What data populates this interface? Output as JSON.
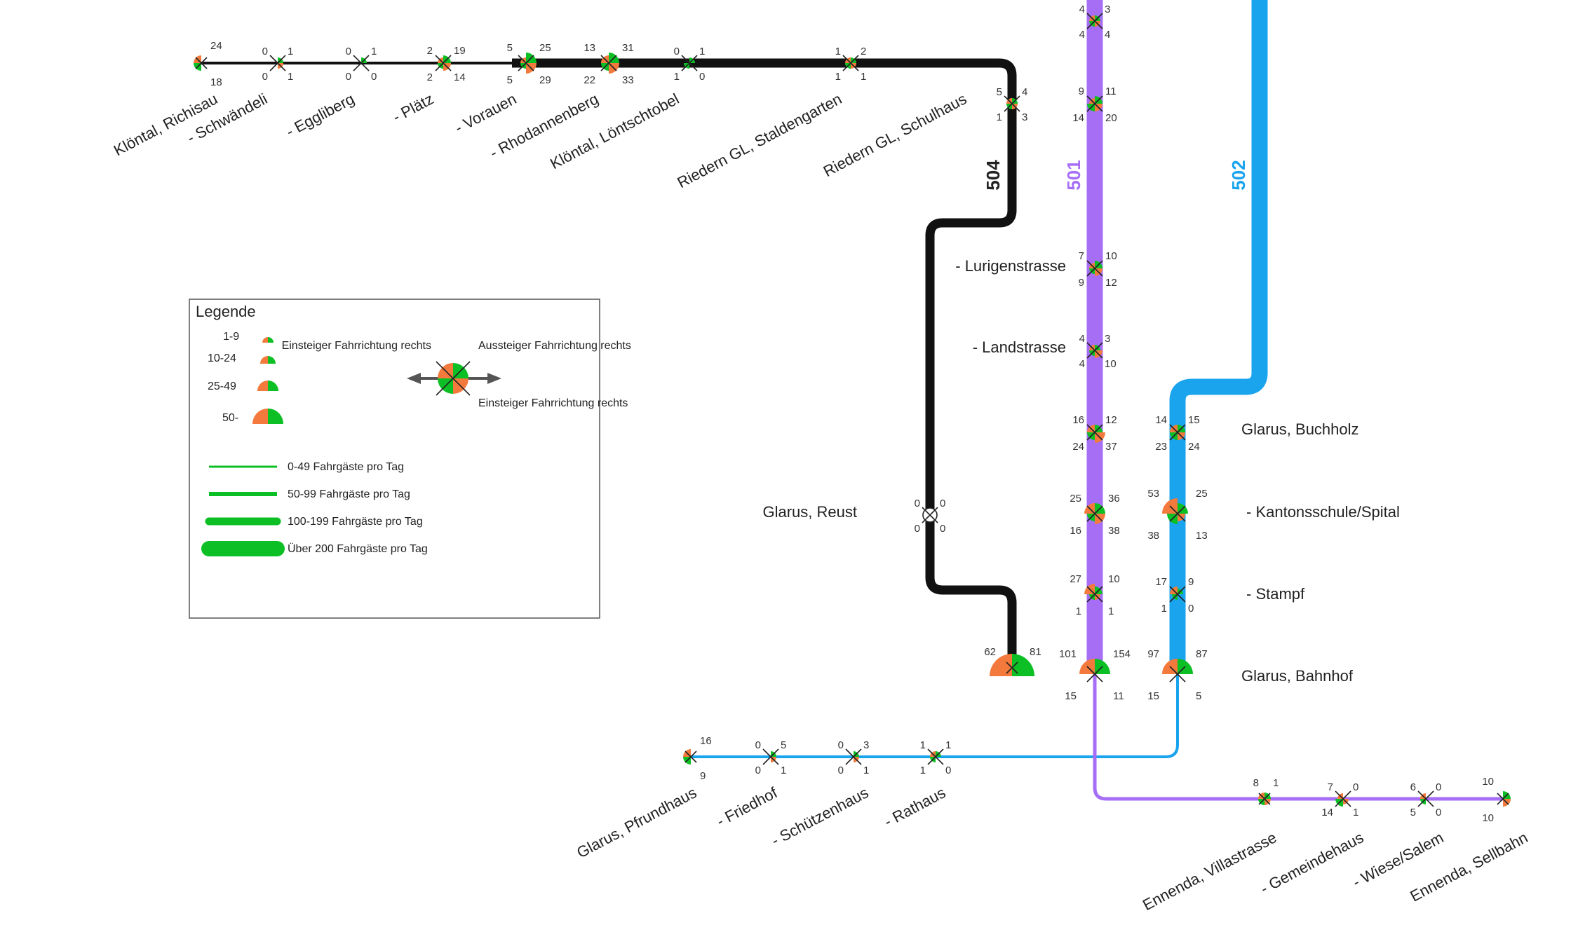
{
  "colors": {
    "line504": "#111111",
    "line501": "#a66ef5",
    "line502": "#1aa4ee",
    "board": "#f37a3c",
    "alight": "#0cbf24",
    "frame": "#555555",
    "text": "#222222"
  },
  "lines": [
    {
      "id": "504",
      "label": "504",
      "color": "#111111"
    },
    {
      "id": "501",
      "label": "501",
      "color": "#a66ef5"
    },
    {
      "id": "502",
      "label": "502",
      "color": "#1aa4ee"
    }
  ],
  "stations": [
    {
      "id": "richisau",
      "name": "Klöntal, Richisau",
      "numbers": [
        "24",
        "18"
      ]
    },
    {
      "id": "schwaendeli",
      "name": "- Schwändeli",
      "numbers": [
        "0",
        "1",
        "0",
        "1"
      ]
    },
    {
      "id": "eggliberg",
      "name": "- Eggliberg",
      "numbers": [
        "0",
        "1",
        "0",
        "0"
      ]
    },
    {
      "id": "plaetz",
      "name": "- Plätz",
      "numbers": [
        "2",
        "19",
        "2",
        "14"
      ]
    },
    {
      "id": "vorauen",
      "name": "- Vorauen",
      "numbers": [
        "5",
        "25",
        "5",
        "29"
      ]
    },
    {
      "id": "rhodannenberg",
      "name": "- Rhodannenberg",
      "numbers": [
        "13",
        "31",
        "22",
        "33"
      ]
    },
    {
      "id": "loentschtobel",
      "name": "Klöntal, Löntschtobel",
      "numbers": [
        "0",
        "1",
        "1",
        "0"
      ]
    },
    {
      "id": "staldengarten",
      "name": "Riedern GL, Staldengarten",
      "numbers": [
        "1",
        "2",
        "1",
        "1"
      ]
    },
    {
      "id": "schulhaus",
      "name": "Riedern GL, Schulhaus",
      "numbers": [
        "5",
        "4",
        "1",
        "3"
      ]
    },
    {
      "id": "reust",
      "name": "Glarus, Reust",
      "numbers": [
        "0",
        "0",
        "0",
        "0"
      ]
    },
    {
      "id": "bahnhof504",
      "name": "",
      "numbers": [
        "62",
        "81"
      ]
    },
    {
      "id": "top501",
      "name": "",
      "numbers": [
        "4",
        "3",
        "4",
        "4"
      ]
    },
    {
      "id": "s501a",
      "name": "",
      "numbers": [
        "9",
        "11",
        "14",
        "20"
      ]
    },
    {
      "id": "lurigen",
      "name": "- Lurigenstrasse",
      "numbers": [
        "7",
        "10",
        "9",
        "12"
      ]
    },
    {
      "id": "landstrasse",
      "name": "- Landstrasse",
      "numbers": [
        "4",
        "3",
        "4",
        "10"
      ]
    },
    {
      "id": "buchholz501",
      "name": "",
      "numbers": [
        "16",
        "12",
        "24",
        "37"
      ]
    },
    {
      "id": "kanti501",
      "name": "",
      "numbers": [
        "25",
        "36",
        "16",
        "38"
      ]
    },
    {
      "id": "stampf501",
      "name": "",
      "numbers": [
        "27",
        "10",
        "1",
        "1"
      ]
    },
    {
      "id": "bahnhof501",
      "name": "",
      "numbers": [
        "101",
        "154",
        "15",
        "11"
      ]
    },
    {
      "id": "buchholz502",
      "name": "Glarus, Buchholz",
      "numbers": [
        "14",
        "15",
        "23",
        "24"
      ]
    },
    {
      "id": "kanti502",
      "name": "- Kantonsschule/Spital",
      "numbers": [
        "53",
        "25",
        "38",
        "13"
      ]
    },
    {
      "id": "stampf502",
      "name": "- Stampf",
      "numbers": [
        "17",
        "9",
        "1",
        "0"
      ]
    },
    {
      "id": "bahnhof502",
      "name": "Glarus, Bahnhof",
      "numbers": [
        "97",
        "87",
        "15",
        "5"
      ]
    },
    {
      "id": "pfrundhaus",
      "name": "Glarus, Pfrundhaus",
      "numbers": [
        "16",
        "9"
      ]
    },
    {
      "id": "friedhof",
      "name": "- Friedhof",
      "numbers": [
        "0",
        "5",
        "0",
        "1"
      ]
    },
    {
      "id": "schuetzenhaus",
      "name": "- Schützenhaus",
      "numbers": [
        "0",
        "3",
        "0",
        "1"
      ]
    },
    {
      "id": "rathaus",
      "name": "- Rathaus",
      "numbers": [
        "1",
        "1",
        "1",
        "0"
      ]
    },
    {
      "id": "villastrasse",
      "name": "Ennenda, Villastrasse",
      "numbers": [
        "8",
        "1"
      ]
    },
    {
      "id": "gemeindehaus",
      "name": "- Gemeindehaus",
      "numbers": [
        "7",
        "0",
        "14",
        "1"
      ]
    },
    {
      "id": "wiese",
      "name": "- Wiese/Salem",
      "numbers": [
        "6",
        "0",
        "5",
        "0"
      ]
    },
    {
      "id": "sellbahn",
      "name": "Ennenda, Sellbahn",
      "numbers": [
        "10",
        "10"
      ]
    }
  ],
  "legend": {
    "title": "Legende",
    "size_classes": [
      "1-9",
      "10-24",
      "25-49",
      "50-"
    ],
    "direction_labels": {
      "board_left": "Einsteiger Fahrrichtung rechts",
      "alight_right": "Aussteiger Fahrrichtung rechts",
      "board_bottom": "Einsteiger Fahrrichtung rechts"
    },
    "line_classes": [
      "0-49 Fahrgäste pro Tag",
      "50-99 Fahrgäste pro Tag",
      "100-199 Fahrgäste pro Tag",
      "Über 200 Fahrgäste pro Tag"
    ]
  }
}
